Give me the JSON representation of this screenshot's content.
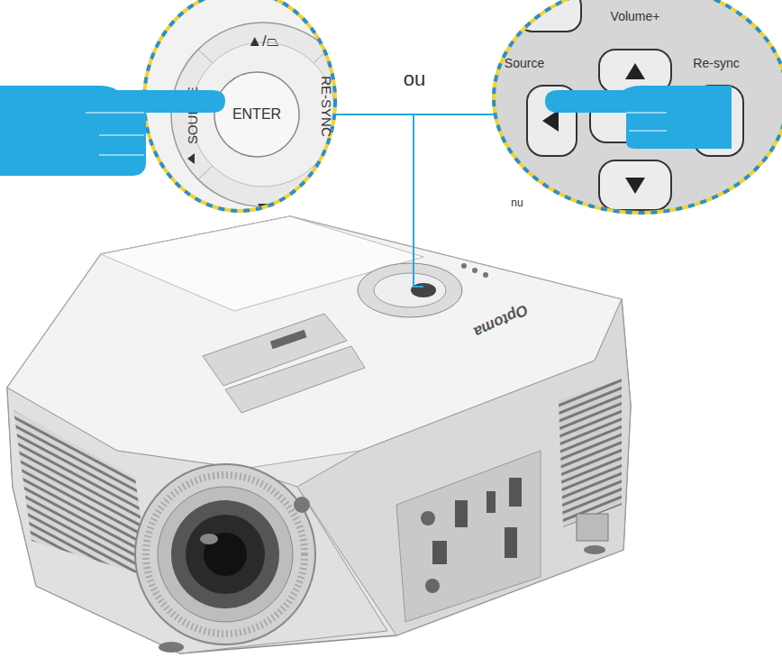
{
  "diagram": {
    "nodes": [
      {
        "text": [
          "▲/⏢",
          "SOURCE",
          "RE-SYNC"
        ]
      },
      {
        "text": [
          "ENTER"
        ],
        "in": 0
      },
      {
        "text": [
          "Volume+",
          "Source",
          "Re-sync",
          "nu"
        ]
      }
    ],
    "edges": [
      {
        "from": 0,
        "to": 2,
        "arrow": "none"
      }
    ],
    "labels": [
      "ou",
      "Optoma"
    ]
  }
}
